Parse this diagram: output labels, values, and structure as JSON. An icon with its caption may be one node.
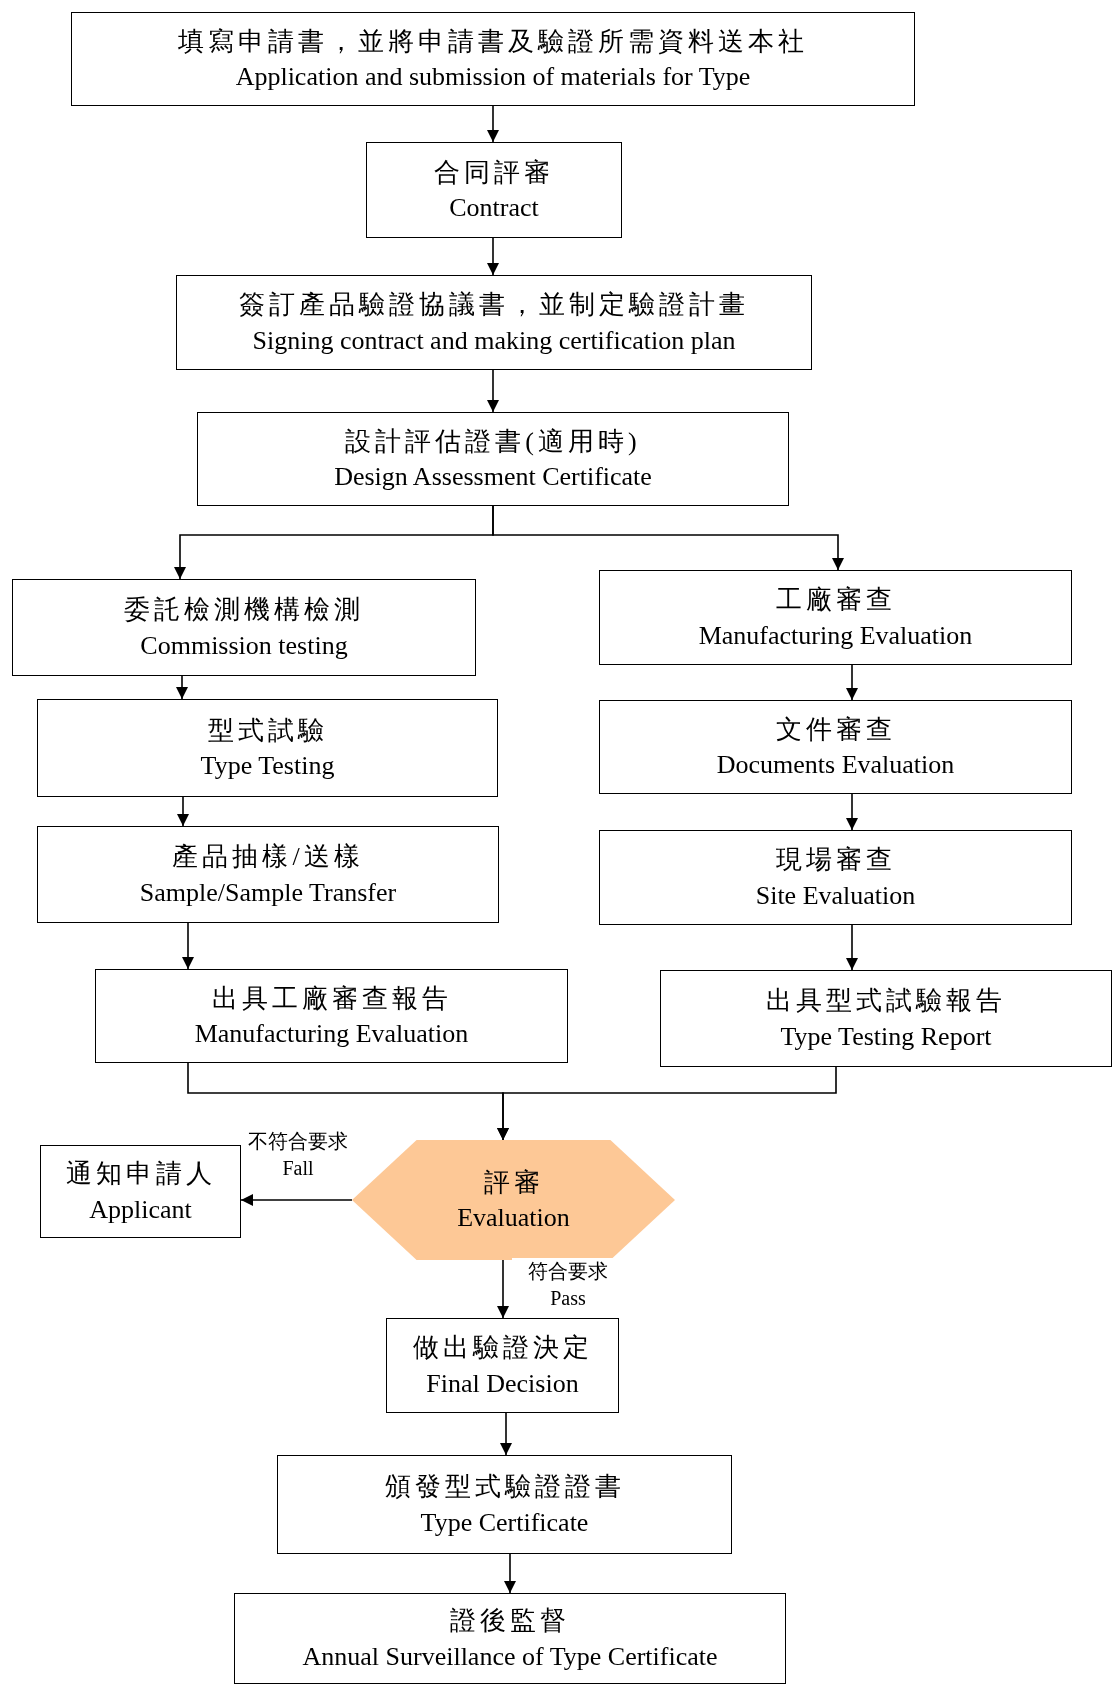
{
  "diagram": {
    "nodes": [
      {
        "text": [
          "填寫申請書，並將申請書及驗證所需資料送本社",
          "Application and submission of materials for Type"
        ]
      },
      {
        "text": [
          "合同評審",
          "Contract"
        ]
      },
      {
        "text": [
          "簽訂產品驗證協議書，並制定驗證計畫",
          "Signing contract and making certification plan"
        ]
      },
      {
        "text": [
          "設計評估證書(適用時)",
          "Design Assessment Certificate"
        ]
      },
      {
        "text": [
          "委託檢測機構檢測",
          "Commission testing"
        ]
      },
      {
        "text": [
          "型式試驗",
          "Type Testing"
        ]
      },
      {
        "text": [
          "產品抽樣/送樣",
          "Sample/Sample Transfer"
        ]
      },
      {
        "text": [
          "出具工廠審查報告",
          "Manufacturing Evaluation"
        ]
      },
      {
        "text": [
          "工廠審查",
          "Manufacturing Evaluation"
        ]
      },
      {
        "text": [
          "文件審查",
          "Documents Evaluation"
        ]
      },
      {
        "text": [
          "現場審查",
          "Site Evaluation"
        ]
      },
      {
        "text": [
          "出具型式試驗報告",
          "Type Testing Report"
        ]
      },
      {
        "text": [
          "評審",
          "Evaluation"
        ]
      },
      {
        "text": [
          "通知申請人",
          "Applicant"
        ]
      },
      {
        "text": [
          "做出驗證決定",
          "Final Decision"
        ]
      },
      {
        "text": [
          "頒發型式驗證證書",
          "Type Certificate"
        ]
      },
      {
        "text": [
          "證後監督",
          "Annual Surveillance of Type Certificate"
        ]
      }
    ],
    "edges": [
      {
        "from": 0,
        "to": 1,
        "arrow": "to"
      },
      {
        "from": 1,
        "to": 2,
        "arrow": "to"
      },
      {
        "from": 2,
        "to": 3,
        "arrow": "to"
      },
      {
        "from": 3,
        "to": 4,
        "arrow": "to"
      },
      {
        "from": 3,
        "to": 8,
        "arrow": "to"
      },
      {
        "from": 4,
        "to": 5,
        "arrow": "to"
      },
      {
        "from": 5,
        "to": 6,
        "arrow": "to"
      },
      {
        "from": 6,
        "to": 7,
        "arrow": "to"
      },
      {
        "from": 8,
        "to": 9,
        "arrow": "to"
      },
      {
        "from": 9,
        "to": 10,
        "arrow": "to"
      },
      {
        "from": 10,
        "to": 11,
        "arrow": "to"
      },
      {
        "from": 7,
        "to": 12,
        "arrow": "to"
      },
      {
        "from": 11,
        "to": 12,
        "arrow": "to"
      },
      {
        "from": 12,
        "to": 13,
        "arrow": "to",
        "label": "不符合要求 Fall"
      },
      {
        "from": 12,
        "to": 14,
        "arrow": "to",
        "label": "符合要求 Pass"
      },
      {
        "from": 14,
        "to": 15,
        "arrow": "to"
      },
      {
        "from": 15,
        "to": 16,
        "arrow": "to"
      }
    ]
  }
}
